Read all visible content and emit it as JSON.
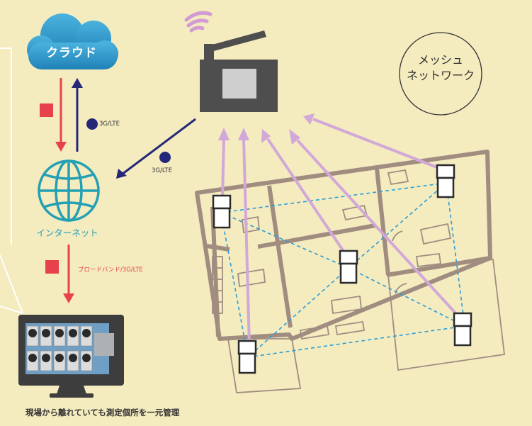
{
  "cloud": {
    "label": "クラウド",
    "icon": "cloud-icon"
  },
  "internet": {
    "label": "インターネット",
    "icon": "globe-icon"
  },
  "mesh": {
    "line1": "メッシュ",
    "line2": "ネットワーク"
  },
  "links": {
    "cloud_uplink": "3G/LTE",
    "router_uplink": "3G/LTE",
    "broadband": "ブロードバンド/3G/LTE"
  },
  "caption": "現場から離れていても測定個所を一元管理",
  "colors": {
    "background": "#f4ebbf",
    "cloud": "#2f9dc9",
    "globe": "#23a0b4",
    "down_arrow": "#e8414e",
    "up_arrow": "#252878",
    "purple_arrow": "#d2a8d8",
    "mesh_line": "#2a9ed8",
    "floorplan": "#a08d80",
    "router": "#4e4e4e"
  }
}
